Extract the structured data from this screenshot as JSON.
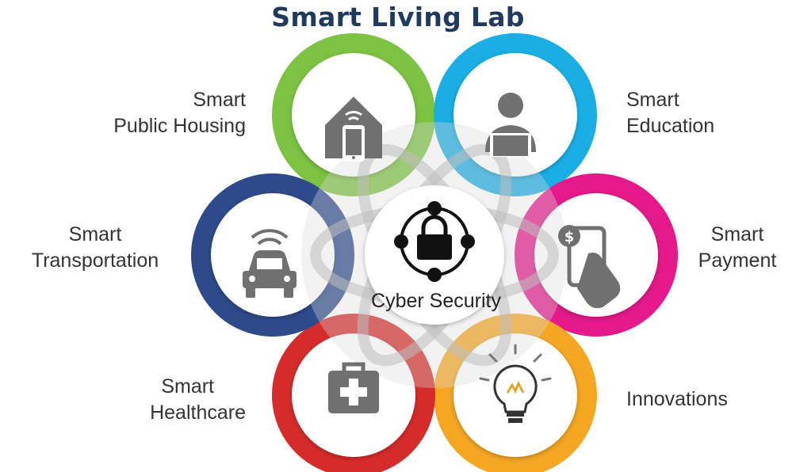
{
  "title": "Smart Living Lab",
  "center": {
    "label": "Cyber Security",
    "icon": "lock-network-icon"
  },
  "petals": [
    {
      "id": "public-housing",
      "lines": [
        "Smart",
        "Public Housing"
      ],
      "color": "#7dc242",
      "icon": "smart-house-icon"
    },
    {
      "id": "education",
      "lines": [
        "Smart",
        "Education"
      ],
      "color": "#1aaee5",
      "icon": "person-laptop-icon"
    },
    {
      "id": "payment",
      "lines": [
        "Smart",
        "Payment"
      ],
      "color": "#e5198a",
      "icon": "mobile-payment-icon"
    },
    {
      "id": "innovations",
      "lines": [
        "Innovations"
      ],
      "color": "#f5a623",
      "icon": "lightbulb-icon"
    },
    {
      "id": "healthcare",
      "lines": [
        "Smart",
        "Healthcare"
      ],
      "color": "#d62b2b",
      "icon": "medical-kit-icon"
    },
    {
      "id": "transportation",
      "lines": [
        "Smart",
        "Transportation"
      ],
      "color": "#2d4a8a",
      "icon": "connected-car-icon"
    }
  ]
}
